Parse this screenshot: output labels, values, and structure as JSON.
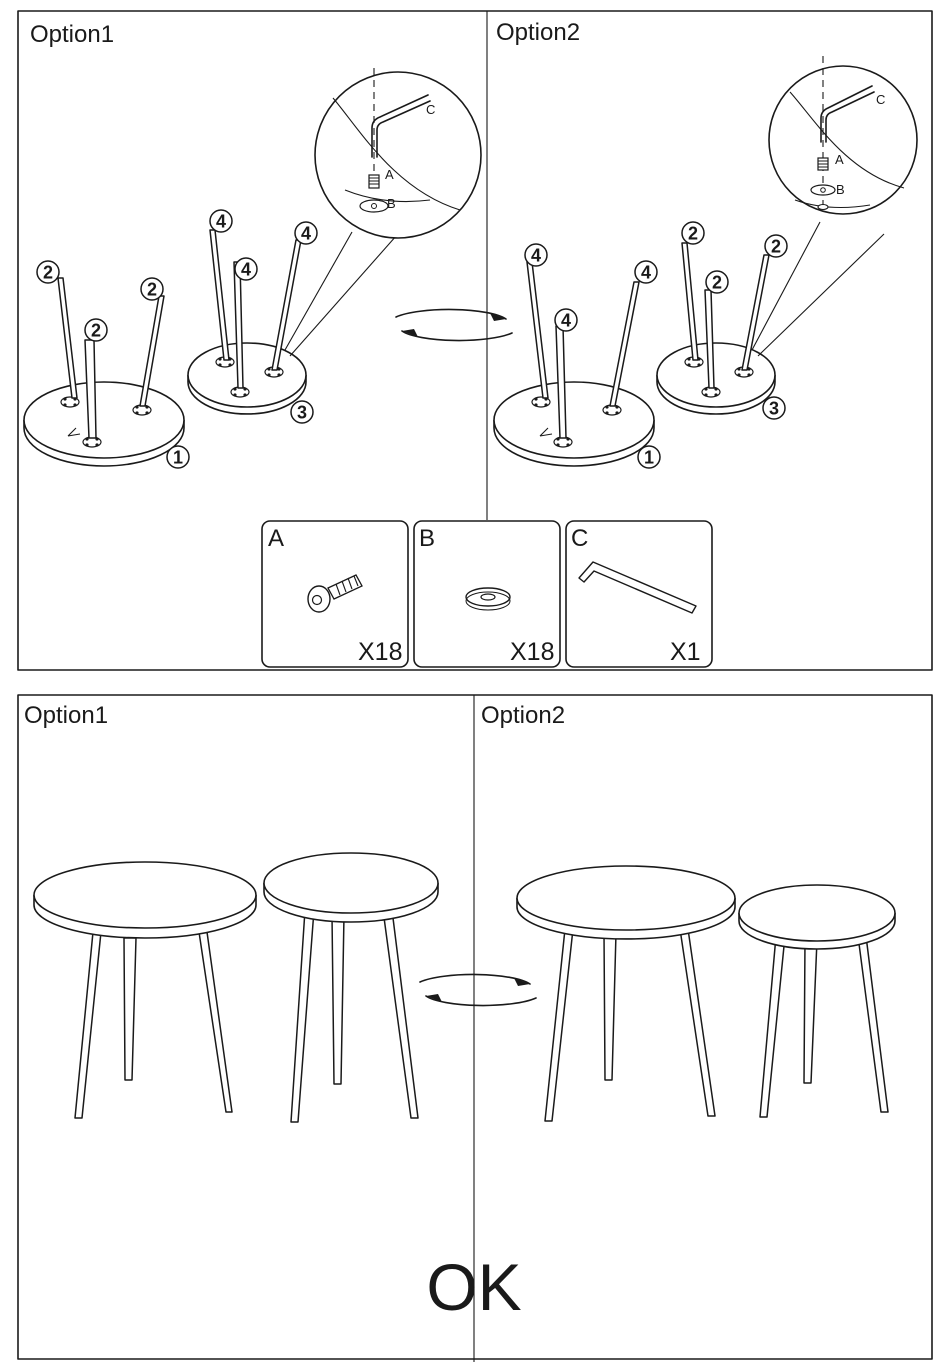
{
  "step1": {
    "option1_label": "Option1",
    "option2_label": "Option2",
    "part_numbers": {
      "p1": "1",
      "p2": "2",
      "p3": "3",
      "p4": "4"
    },
    "detail_letters": {
      "a": "A",
      "b": "B",
      "c": "C"
    },
    "hardware": [
      {
        "letter": "A",
        "quantity": "X18",
        "icon": "screw-icon"
      },
      {
        "letter": "B",
        "quantity": "X18",
        "icon": "washer-icon"
      },
      {
        "letter": "C",
        "quantity": "X1",
        "icon": "allen-key-icon"
      }
    ]
  },
  "step2": {
    "option1_label": "Option1",
    "option2_label": "Option2",
    "result_text": "OK"
  },
  "icons": {
    "swap": "rotate-arrows-icon"
  },
  "colors": {
    "line": "#1a1a1a",
    "background": "#ffffff"
  }
}
